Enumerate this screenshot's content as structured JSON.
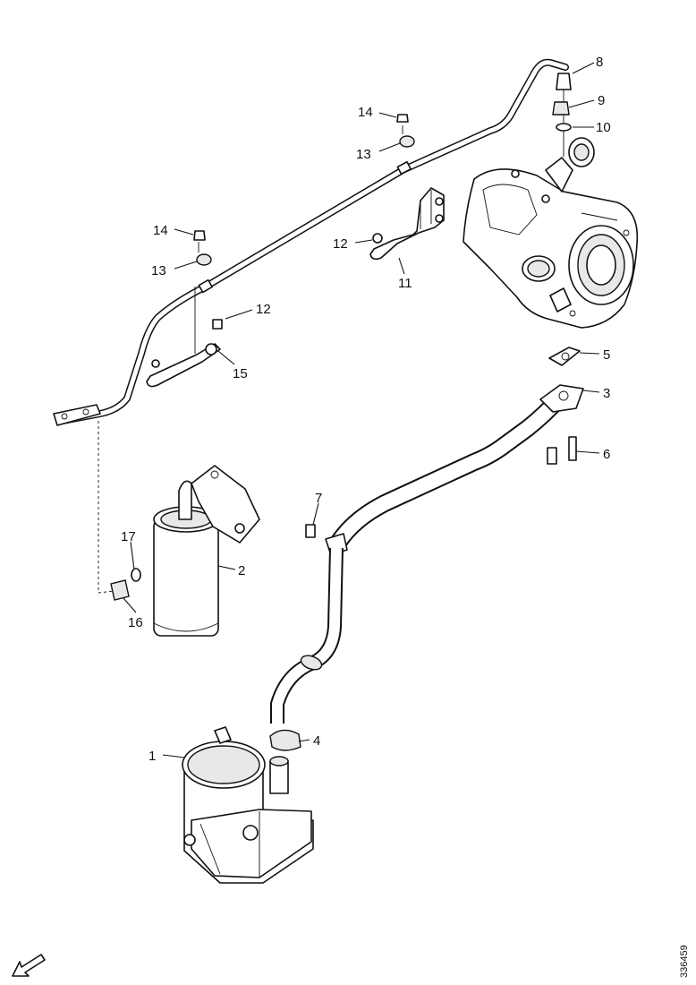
{
  "drawing": {
    "labels": {
      "l1": "1",
      "l2": "2",
      "l3": "3",
      "l4": "4",
      "l5": "5",
      "l6": "6",
      "l7": "7",
      "l8": "8",
      "l9": "9",
      "l10": "10",
      "l11": "11",
      "l12a": "12",
      "l12b": "12",
      "l13a": "13",
      "l13b": "13",
      "l14a": "14",
      "l14b": "14",
      "l15": "15",
      "l16": "16",
      "l17": "17"
    },
    "drawing_number": "336459",
    "icons": {
      "orientation": "arrow-icon"
    }
  }
}
